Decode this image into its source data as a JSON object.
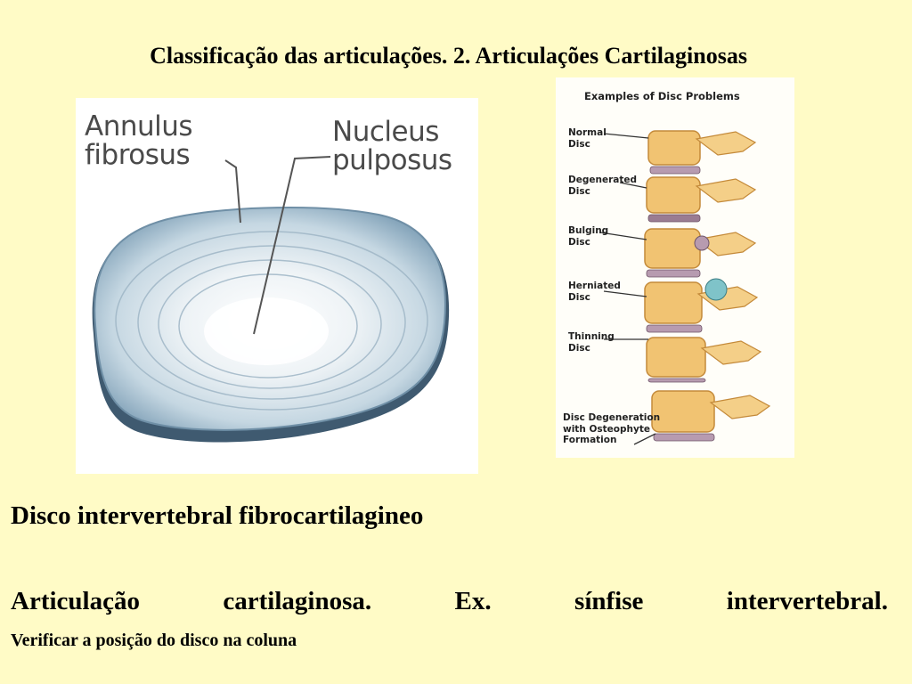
{
  "slide": {
    "title": "Classificação das articulações. 2. Articulações Cartilaginosas",
    "disc_figure": {
      "label_annulus_line1": "Annulus",
      "label_annulus_line2": "fibrosus",
      "label_nucleus_line1": "Nucleus",
      "label_nucleus_line2": "pulposus"
    },
    "spine_figure": {
      "title": "Examples of Disc Problems",
      "labels": [
        "Normal\nDisc",
        "Degenerated\nDisc",
        "Bulging\nDisc",
        "Herniated\nDisc",
        "Thinning\nDisc",
        "Disc Degeneration\nwith Osteophyte\nFormation"
      ]
    },
    "body": {
      "line1": "Disco intervertebral fibrocartilagineo",
      "line2_words": [
        "Articulação",
        "cartilaginosa.",
        "Ex.",
        "sínfise",
        "intervertebral."
      ],
      "line3": "Verificar a posição do disco na coluna"
    }
  }
}
